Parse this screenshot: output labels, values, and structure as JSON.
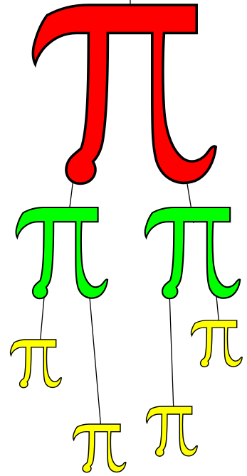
{
  "tree": {
    "nodes": [
      {
        "id": "root",
        "level": 0,
        "symbol": "π",
        "color": "#ff0000"
      },
      {
        "id": "g-left",
        "level": 1,
        "symbol": "π",
        "color": "#00ff00"
      },
      {
        "id": "g-right",
        "level": 1,
        "symbol": "π",
        "color": "#00ff00"
      },
      {
        "id": "y-1",
        "level": 2,
        "symbol": "π",
        "color": "#ffff00"
      },
      {
        "id": "y-2",
        "level": 2,
        "symbol": "π",
        "color": "#ffff00"
      },
      {
        "id": "y-3",
        "level": 2,
        "symbol": "π",
        "color": "#ffff00"
      },
      {
        "id": "y-4",
        "level": 2,
        "symbol": "π",
        "color": "#ffff00"
      }
    ],
    "edges": [
      {
        "from": "root",
        "to": "g-left"
      },
      {
        "from": "root",
        "to": "g-right"
      },
      {
        "from": "g-left",
        "to": "y-1"
      },
      {
        "from": "g-left",
        "to": "y-2"
      },
      {
        "from": "g-right",
        "to": "y-3"
      },
      {
        "from": "g-right",
        "to": "y-4"
      }
    ]
  }
}
